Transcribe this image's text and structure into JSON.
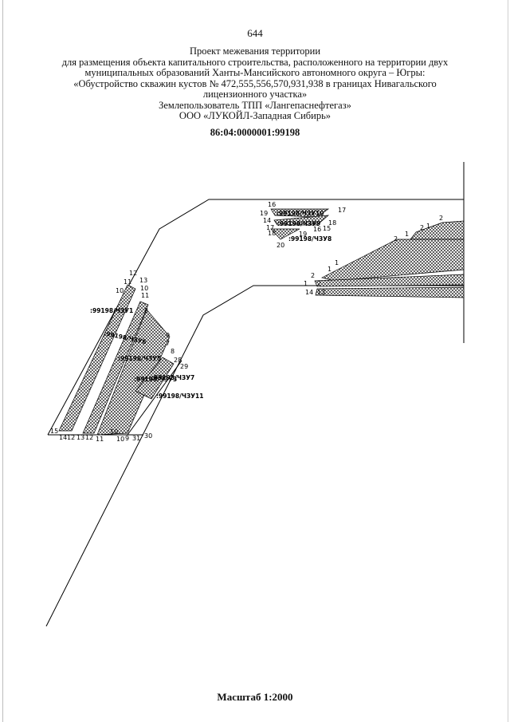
{
  "page_number": "644",
  "header": {
    "lines": [
      "Проект межевания территории",
      "для размещения объекта капитального строительства, расположенного на территории двух",
      "муниципальных образований Ханты-Мансийского автономного округа – Югры:",
      "«Обустройство скважин кустов № 472,555,556,570,931,938 в границах Нивагальского",
      "лицензионного участка»",
      "Землепользователь ТПП «Лангепаснефтегаз»",
      "ООО «ЛУКОЙЛ-Западная Сибирь»"
    ],
    "cadastral_number": "86:04:0000001:99198"
  },
  "map": {
    "zone_labels": [
      ":99198/ЧЗУ10",
      ":99198/ЧЗУ9",
      ":99198/ЧЗУ8",
      ":99198/ЧЗУ1",
      ":99198/ЧЗУ6",
      ":99198/ЧЗУ5",
      ":99198/ЧЗУ3",
      ":99198/ЧЗУ7",
      ":99198/ЧЗУ11"
    ],
    "points": [
      "16",
      "19",
      "17",
      "14",
      "18",
      "17",
      "18",
      "19",
      "16",
      "15",
      "20",
      "2",
      "1",
      "2",
      "1",
      "2",
      "2",
      "1",
      "1",
      "2",
      "1",
      "14",
      "13",
      "12",
      "11",
      "13",
      "10",
      "10",
      "11",
      "8",
      "9",
      "7",
      "8",
      "28",
      "29",
      "15",
      "14",
      "12",
      "13",
      "12",
      "11",
      "10",
      "10",
      "9",
      "31",
      "30"
    ]
  },
  "scale_label": "Масштаб 1:2000"
}
